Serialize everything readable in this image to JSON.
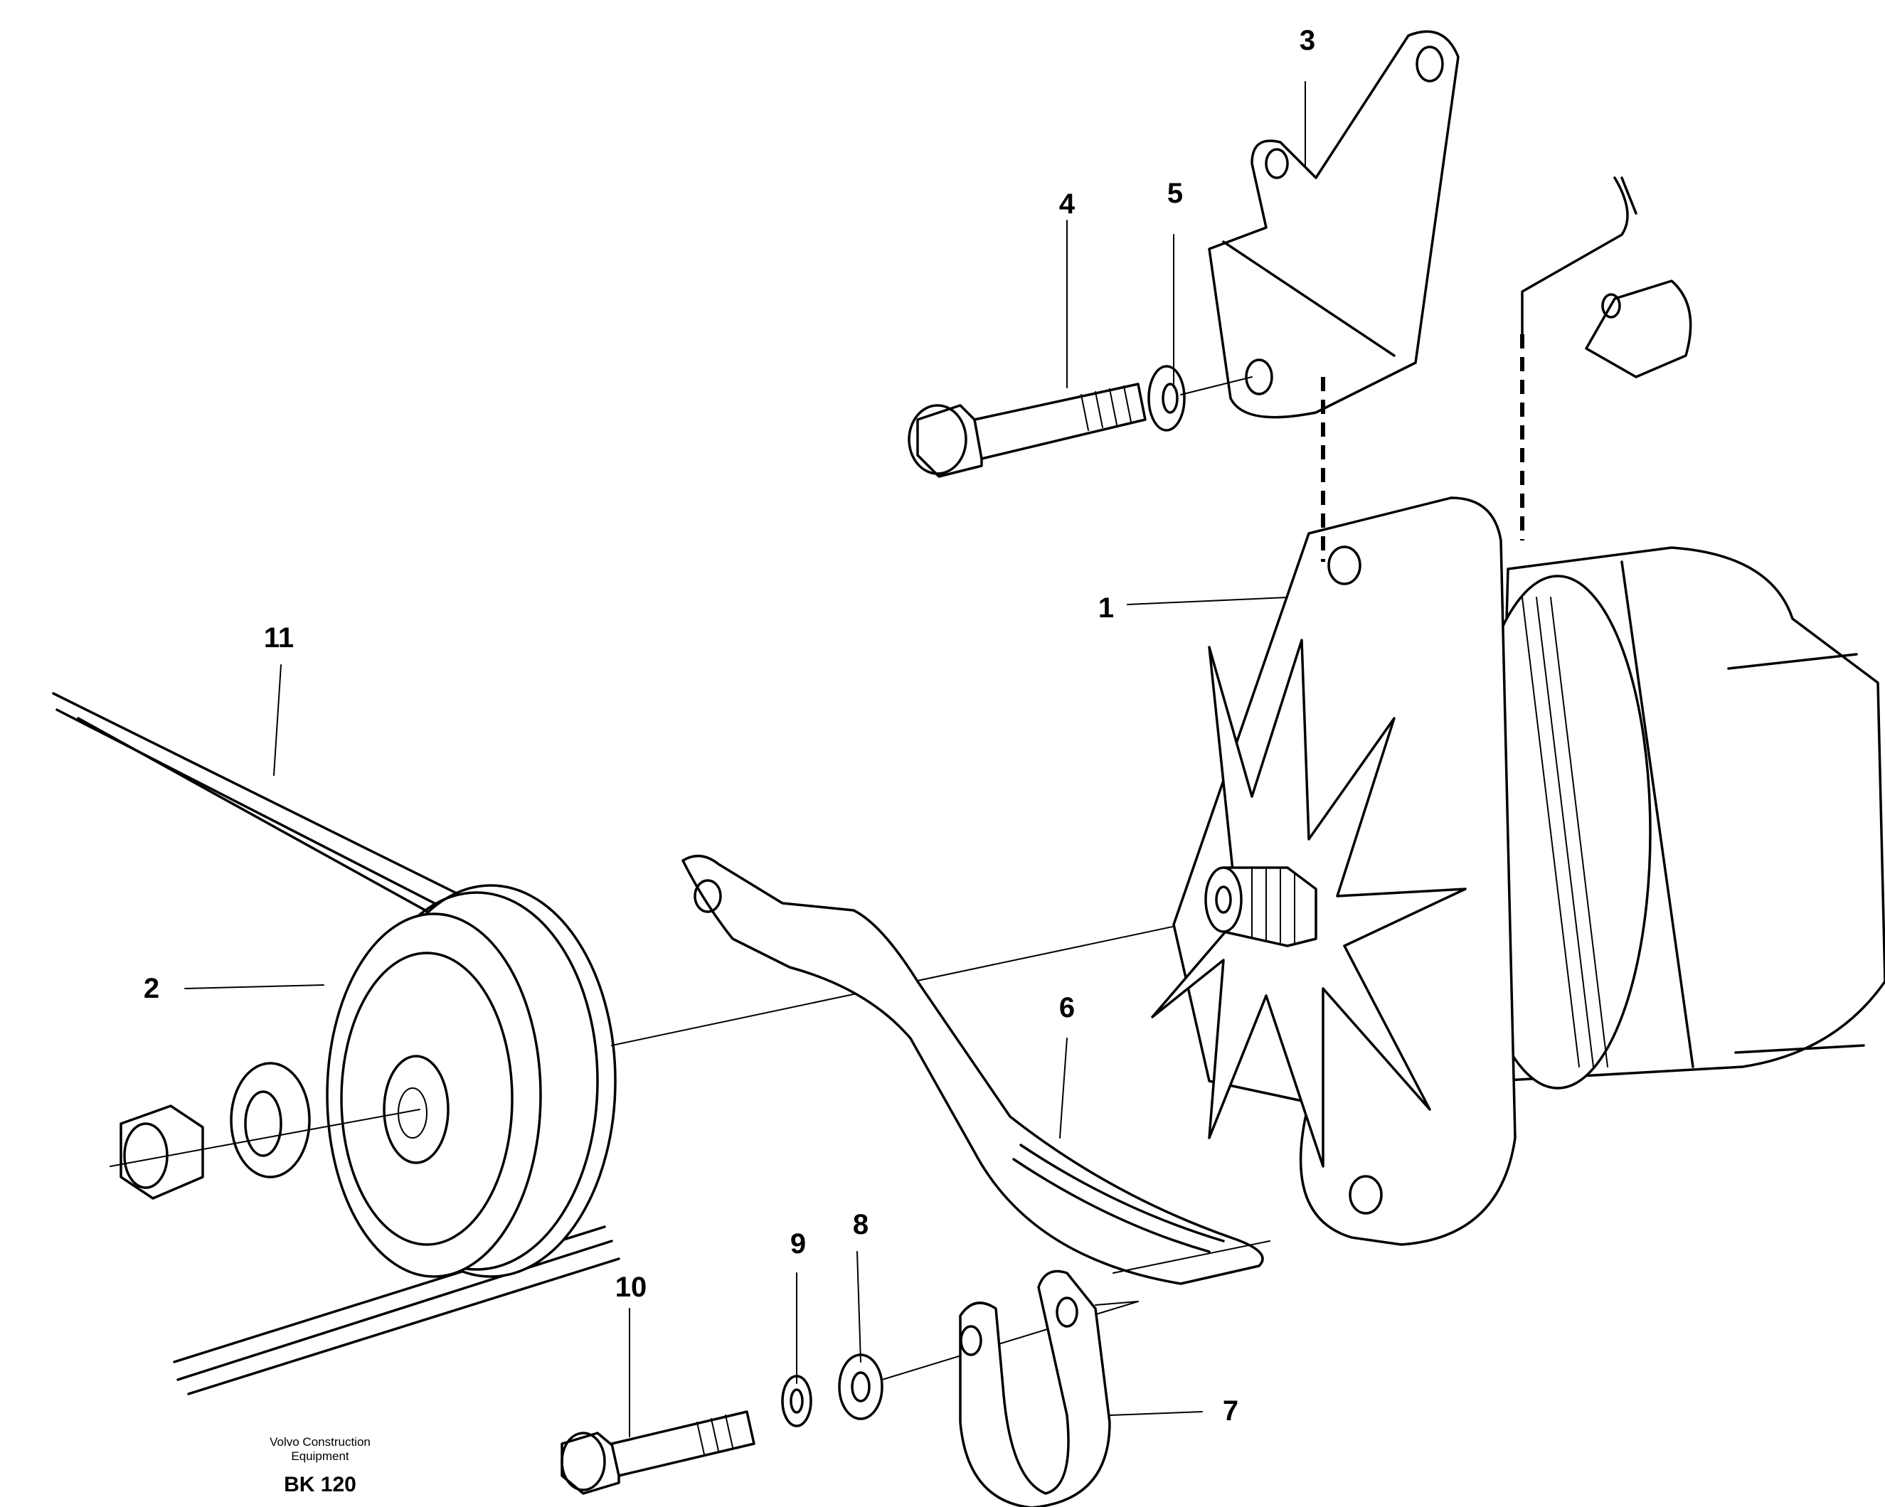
{
  "callouts": [
    {
      "id": "1",
      "label": "1",
      "part": "alternator"
    },
    {
      "id": "2",
      "label": "2",
      "part": "pulley"
    },
    {
      "id": "3",
      "label": "3",
      "part": "upper bracket"
    },
    {
      "id": "4",
      "label": "4",
      "part": "upper bolt"
    },
    {
      "id": "5",
      "label": "5",
      "part": "upper lock washer"
    },
    {
      "id": "6",
      "label": "6",
      "part": "tensioner arm"
    },
    {
      "id": "7",
      "label": "7",
      "part": "lower bracket"
    },
    {
      "id": "8",
      "label": "8",
      "part": "lower washer"
    },
    {
      "id": "9",
      "label": "9",
      "part": "lower lock washer"
    },
    {
      "id": "10",
      "label": "10",
      "part": "lower bolt"
    },
    {
      "id": "11",
      "label": "11",
      "part": "v-belt"
    }
  ],
  "credit": {
    "company_line1": "Volvo Construction",
    "company_line2": "Equipment",
    "drawing_code": "BK 120"
  },
  "colors": {
    "ink": "#000000",
    "paper": "#ffffff"
  }
}
